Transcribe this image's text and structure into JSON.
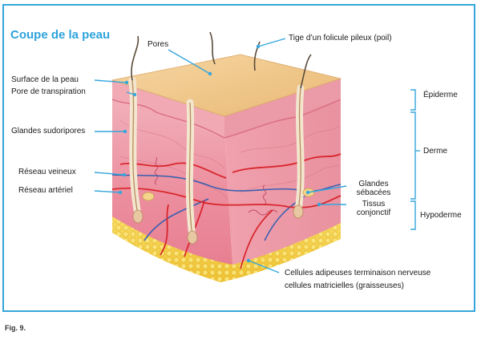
{
  "title": "Coupe de la peau",
  "figure_caption": "Fig. 9.",
  "labels": {
    "pores": "Pores",
    "hair_shaft": "Tige d’un folicule pileux (poil)",
    "skin_surface": "Surface de la peau",
    "sweat_pore": "Pore de transpiration",
    "sweat_glands": "Glandes sudoripores",
    "venous_network": "Réseau veineux",
    "arterial_network": "Réseau artériel",
    "sebaceous_glands_1": "Glandes",
    "sebaceous_glands_2": "sébacées",
    "connective_tissue_1": "Tissus",
    "connective_tissue_2": "conjonctif",
    "fat_cells_1": "Cellules adipeuses terminaison nerveuse",
    "fat_cells_2": "cellules matricielles (graisseuses)"
  },
  "layers": {
    "epidermis": "Épiderme",
    "dermis": "Derme",
    "hypodermis": "Hypoderme"
  },
  "colors": {
    "accent": "#35a6dc",
    "surface": "#f2c98e",
    "dermis": "#ee9aa8",
    "fat": "#f6d64a",
    "artery": "#d9262c",
    "vein": "#3a5fb0"
  }
}
